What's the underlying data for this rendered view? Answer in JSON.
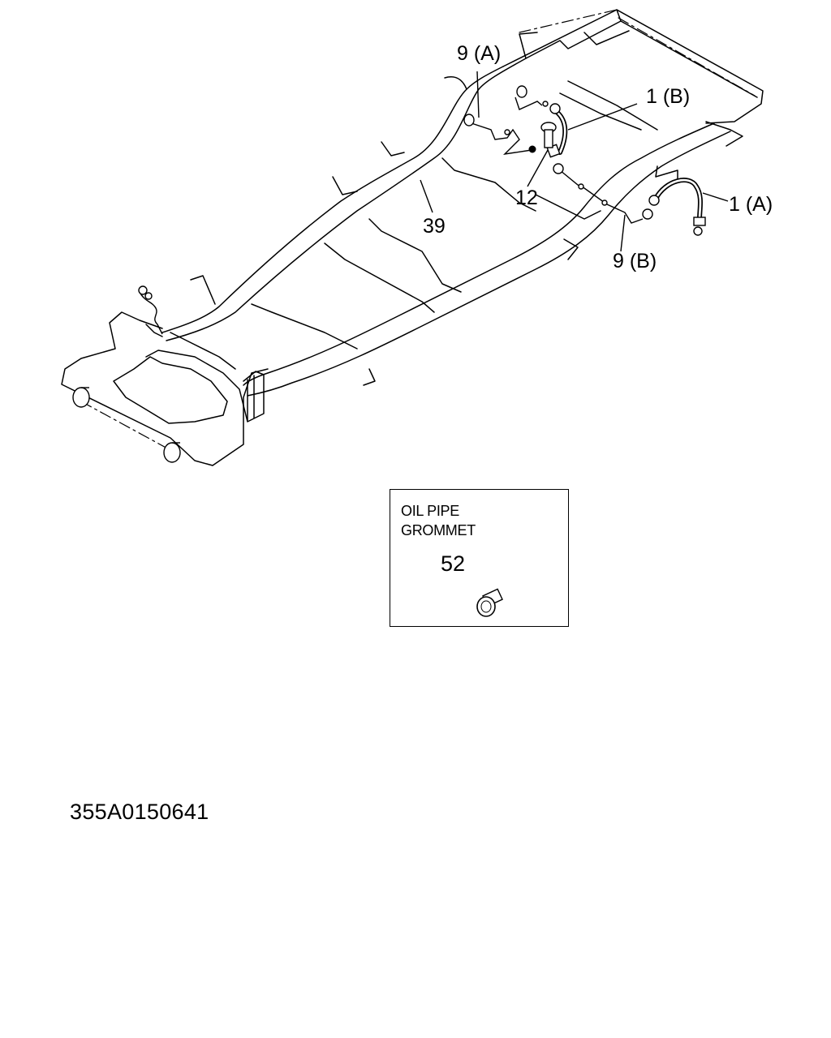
{
  "callouts": {
    "c9a": "9 (A)",
    "c1b": "1 (B)",
    "c12": "12",
    "c39": "39",
    "c1a": "1 (A)",
    "c9b": "9 (B)"
  },
  "inset": {
    "title_line1": "OIL PIPE",
    "title_line2": "GROMMET",
    "part_number": "52",
    "icon": "grommet-icon"
  },
  "document_code": "355A0150641"
}
